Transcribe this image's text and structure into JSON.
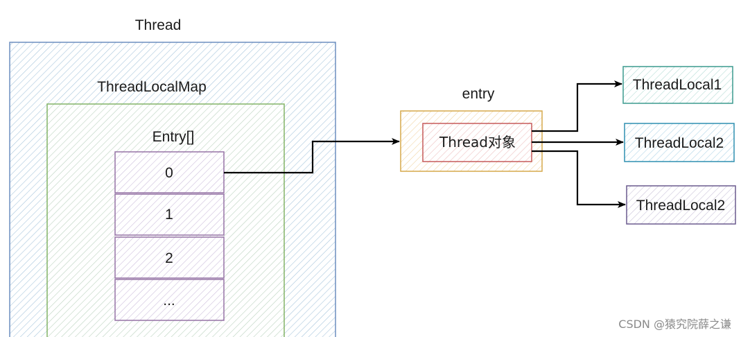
{
  "diagram": {
    "thread_label": "Thread",
    "map_label": "ThreadLocalMap",
    "array_label": "Entry[]",
    "cells": [
      "0",
      "1",
      "2",
      "..."
    ],
    "entry_label": "entry",
    "entry_inner": "Thread对象",
    "targets": [
      "ThreadLocal1",
      "ThreadLocal2",
      "ThreadLocal2"
    ]
  },
  "watermark": "CSDN @猿究院薛之谦",
  "colors": {
    "thread": "#6c8ebf",
    "map": "#82b366",
    "cells": "#9673a6",
    "entry": "#d6a84a",
    "entry_inner": "#c55a5a",
    "target1": "#3a9a8e",
    "target2": "#2e8fb0",
    "target3": "#6a5a8e",
    "arrow": "#000000"
  }
}
